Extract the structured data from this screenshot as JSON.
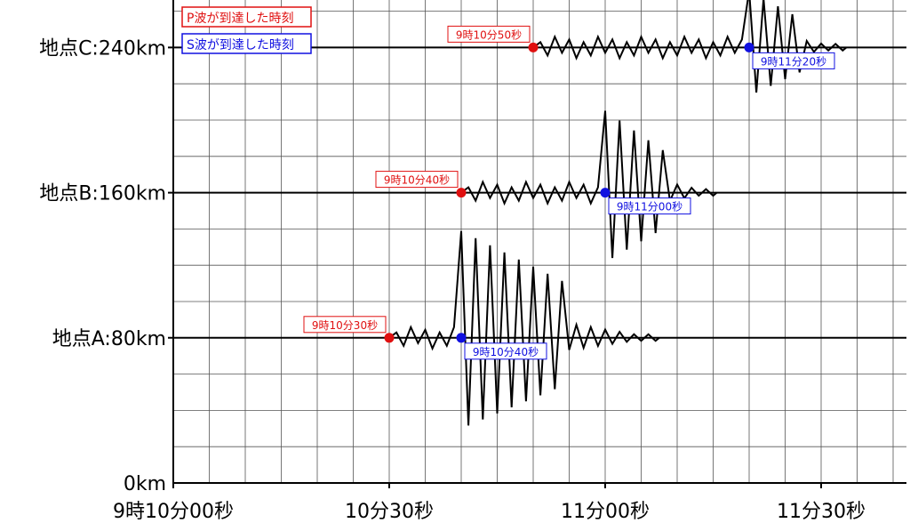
{
  "chart_data": {
    "type": "line",
    "x_unit": "seconds after 9時10分00秒",
    "xlim": [
      0,
      100
    ],
    "ylim": [
      0,
      260
    ],
    "x_ticks": [
      {
        "value": 0,
        "label": "9時10分00秒"
      },
      {
        "value": 30,
        "label": "10分30秒"
      },
      {
        "value": 60,
        "label": "11分00秒"
      },
      {
        "value": 90,
        "label": "11分30秒"
      }
    ],
    "y_ticks": [
      {
        "value": 0,
        "label": "0km"
      },
      {
        "value": 80,
        "label": "地点A:80km"
      },
      {
        "value": 160,
        "label": "地点B:160km"
      },
      {
        "value": 240,
        "label": "地点C:240km"
      }
    ],
    "grid": true,
    "legend": {
      "placement": "top-left",
      "entries": [
        {
          "label": "P波が到達した時刻",
          "color": "#e01010"
        },
        {
          "label": "S波が到達した時刻",
          "color": "#1010e0"
        }
      ]
    },
    "series": [
      {
        "name": "地点A:80km",
        "distance_km": 80,
        "p_arrival": {
          "x": 30,
          "label": "9時10分30秒"
        },
        "s_arrival": {
          "x": 40,
          "label": "9時10分40秒"
        },
        "trace_end": 67
      },
      {
        "name": "地点B:160km",
        "distance_km": 160,
        "p_arrival": {
          "x": 40,
          "label": "9時10分40秒"
        },
        "s_arrival": {
          "x": 60,
          "label": "9時11分00秒"
        },
        "trace_end": 75
      },
      {
        "name": "地点C:240km",
        "distance_km": 240,
        "p_arrival": {
          "x": 50,
          "label": "9時10分50秒"
        },
        "s_arrival": {
          "x": 80,
          "label": "9時11分20秒"
        },
        "trace_end": 93
      }
    ]
  },
  "colors": {
    "p_wave": "#e01010",
    "s_wave": "#1010e0",
    "trace": "#000000",
    "grid": "#555555"
  }
}
